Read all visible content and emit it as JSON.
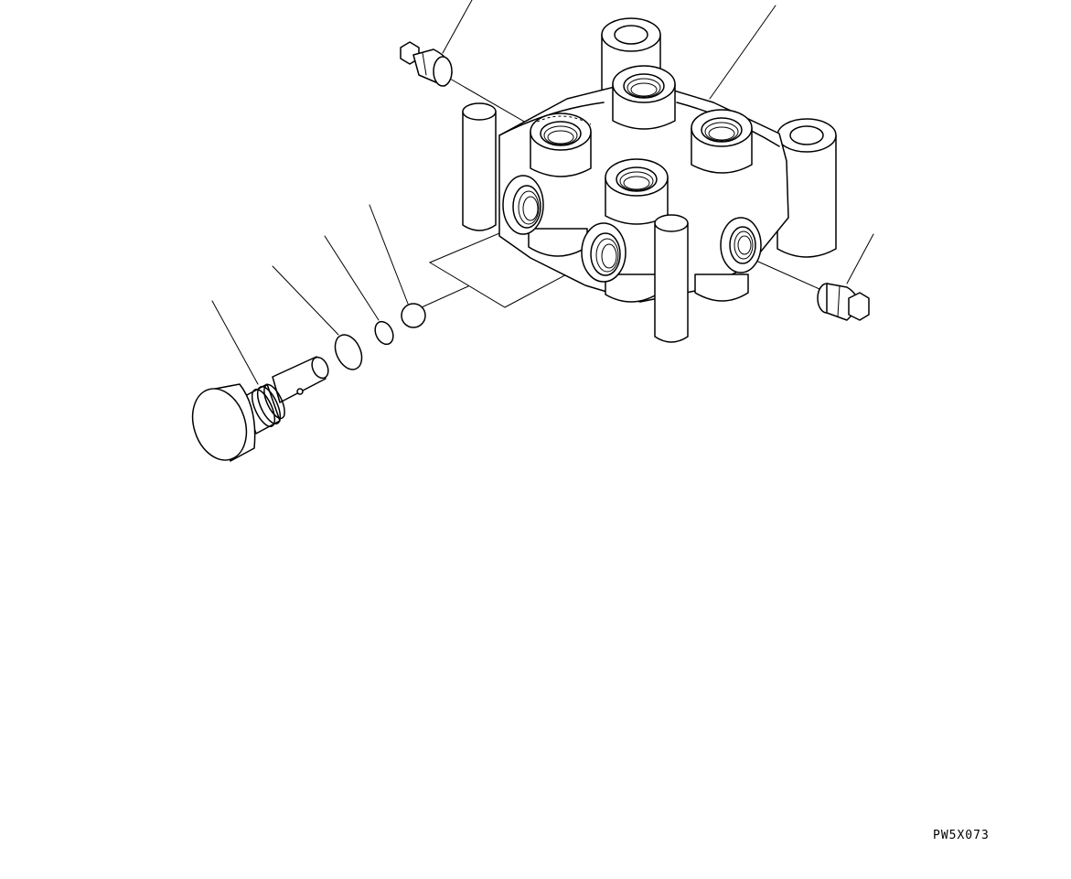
{
  "figure": {
    "code": "PW5X073"
  },
  "parts": [
    {
      "name": "valve-body"
    },
    {
      "name": "plug-upper-left"
    },
    {
      "name": "plug-lower-right"
    },
    {
      "name": "ball"
    },
    {
      "name": "o-ring-small"
    },
    {
      "name": "o-ring-large"
    },
    {
      "name": "relief-valve-plug"
    }
  ],
  "colors": {
    "ink": "#000000",
    "paper": "#ffffff"
  }
}
